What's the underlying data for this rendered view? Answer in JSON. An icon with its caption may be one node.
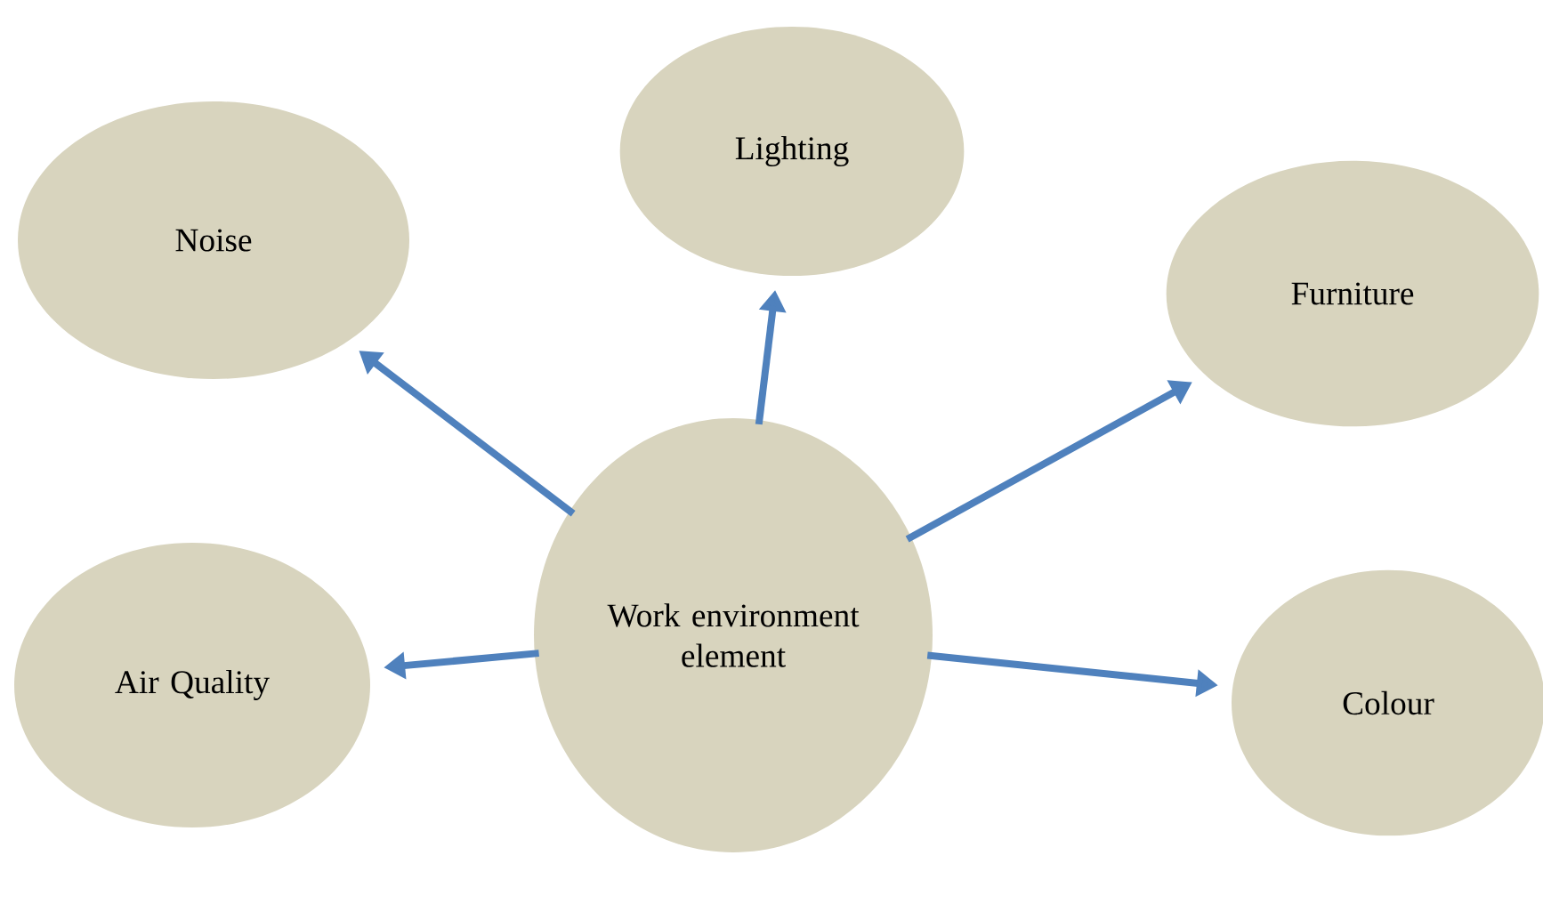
{
  "diagram": {
    "nodes": [
      {
        "text": [
          "Work environment element"
        ]
      },
      {
        "text": [
          "Noise"
        ]
      },
      {
        "text": [
          "Lighting"
        ]
      },
      {
        "text": [
          "Furniture"
        ]
      },
      {
        "text": [
          "Air Quality"
        ]
      },
      {
        "text": [
          "Colour"
        ]
      }
    ],
    "edges": [
      {
        "from": 0,
        "to": 1,
        "arrow": "to"
      },
      {
        "from": 0,
        "to": 2,
        "arrow": "to"
      },
      {
        "from": 0,
        "to": 3,
        "arrow": "to"
      },
      {
        "from": 0,
        "to": 4,
        "arrow": "to"
      },
      {
        "from": 0,
        "to": 5,
        "arrow": "to"
      }
    ]
  }
}
